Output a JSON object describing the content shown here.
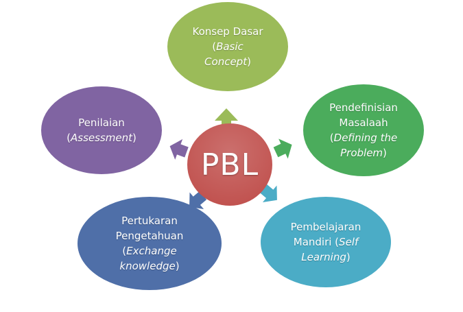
{
  "center": {
    "label": "PBL",
    "color": "#c0504d"
  },
  "nodes": [
    {
      "id": "basic-concept",
      "lines": [
        [
          "Konsep Dasar"
        ],
        [
          "(",
          "Basic"
        ],
        [
          "Concept",
          ")"
        ]
      ],
      "color": "#9bbb59"
    },
    {
      "id": "defining-problem",
      "lines": [
        [
          "Pendefinisian"
        ],
        [
          "Masalaah"
        ],
        [
          "(",
          "Defining the"
        ],
        [
          "Problem",
          ")"
        ]
      ],
      "color": "#4bac5c"
    },
    {
      "id": "self-learning",
      "lines": [
        [
          "Pembelajaran"
        ],
        [
          "Mandiri (",
          "Self"
        ],
        [
          "Learning",
          ")"
        ]
      ],
      "color": "#4bacc6"
    },
    {
      "id": "exchange-knowledge",
      "lines": [
        [
          "Pertukaran"
        ],
        [
          "Pengetahuan"
        ],
        [
          "(",
          "Exchange"
        ],
        [
          "knowledge",
          ")"
        ]
      ],
      "color": "#4f6fa8"
    },
    {
      "id": "assessment",
      "lines": [
        [
          "Penilaian"
        ],
        [
          "(",
          "Assessment",
          ")"
        ]
      ],
      "color": "#8064a2"
    }
  ]
}
